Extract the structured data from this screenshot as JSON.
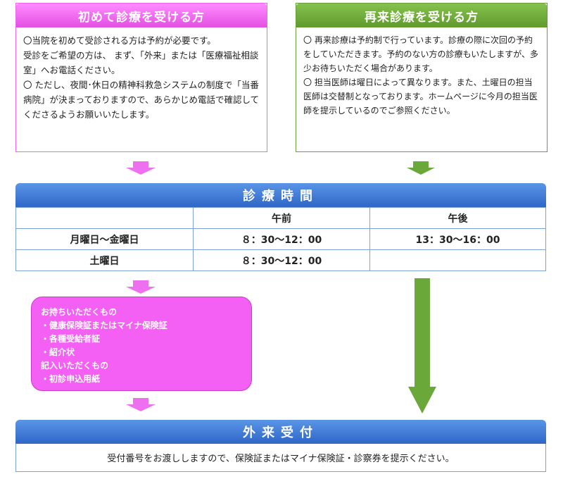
{
  "first_visit": {
    "title": "初めて診療を受ける方",
    "lines": [
      "〇当院を初めて受診される方は予約が必要です。",
      "受診をご希望の方は、 まず、「外来」または「医療福祉相談室」へお電話ください。",
      "〇 ただし、夜間･休日の精神科救急システムの制度で「当番病院」が決まっておりますので、あらかじめ電話で確認してくださるようお願いいたします。"
    ]
  },
  "return_visit": {
    "title": "再来診療を受ける方",
    "lines": [
      "〇 再来診療は予約制で行っています。診療の際に次回の予約をしていただきます。予約のない方の診療もいたしますが、多少お待ちいただく場合があります。",
      "〇 担当医師は曜日によって異なります。また、土曜日の担当医師は交替制となっております。ホームページに今月の担当医師を提示しているのでご参照ください。"
    ]
  },
  "hours": {
    "title": "診療時間",
    "columns": [
      "",
      "午前",
      "午後"
    ],
    "rows": [
      {
        "day": "月曜日～金曜日",
        "am": "８：30～12：00",
        "pm": "13：30～16：00"
      },
      {
        "day": "土曜日",
        "am": "８：30～12：00",
        "pm": ""
      }
    ]
  },
  "bring_items": {
    "heading": "お持ちいただくもの",
    "items": [
      "・健康保険証またはマイナ保険証",
      "・各種受給者証",
      "・紹介状"
    ],
    "fill_heading": "記入いただくもの",
    "fill_items": [
      "・初診申込用紙"
    ]
  },
  "reception": {
    "title": "外来受付",
    "text": "受付番号をお渡ししますので、保険証またはマイナ保険証・診察券を提示ください。"
  },
  "colors": {
    "pink": "#f45ff4",
    "green": "#6aa83a",
    "blue": "#2d67c8"
  }
}
